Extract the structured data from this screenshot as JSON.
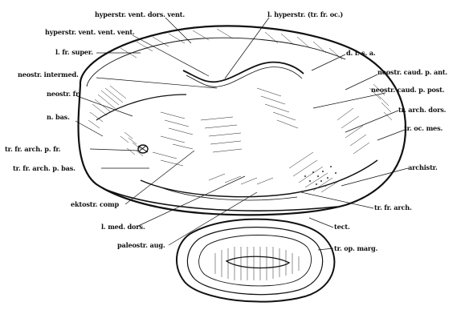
{
  "figure": {
    "labels": {
      "hyperstr_vent_dors_vent": "hyperstr. vent. dors. vent.",
      "l_hyperstr": "l. hyperstr. (tr. fr. oc.)",
      "hyperstr_vent_vent_vent": "hyperstr. vent. vent. vent.",
      "l_fr_super": "l. fr. super.",
      "d_l_s_a": "d. l. s. a.",
      "neostr_intermed": "neostr. intermed.",
      "neostr_caud_p_ant": "neostr. caud. p. ant.",
      "neostr_fr": "neostr. fr.",
      "neostr_caud_p_post": "neostr. caud. p. post.",
      "n_bas": "n. bas.",
      "tr_arch_dors": "tr. arch. dors.",
      "tr_oc_mes": "tr. oc. mes.",
      "tr_fr_arch_p_fr": "tr. fr. arch. p. fr.",
      "archistr": "archistr.",
      "tr_fr_arch_p_bas": "tr. fr. arch. p. bas.",
      "ektostr_comp": "ektostr. comp",
      "tr_fr_arch": "tr. fr. arch.",
      "l_med_dors": "l. med. dors.",
      "tect": "tect.",
      "paleostr_aug": "paleostr. aug.",
      "tr_op_marg": "tr. op. marg."
    }
  }
}
